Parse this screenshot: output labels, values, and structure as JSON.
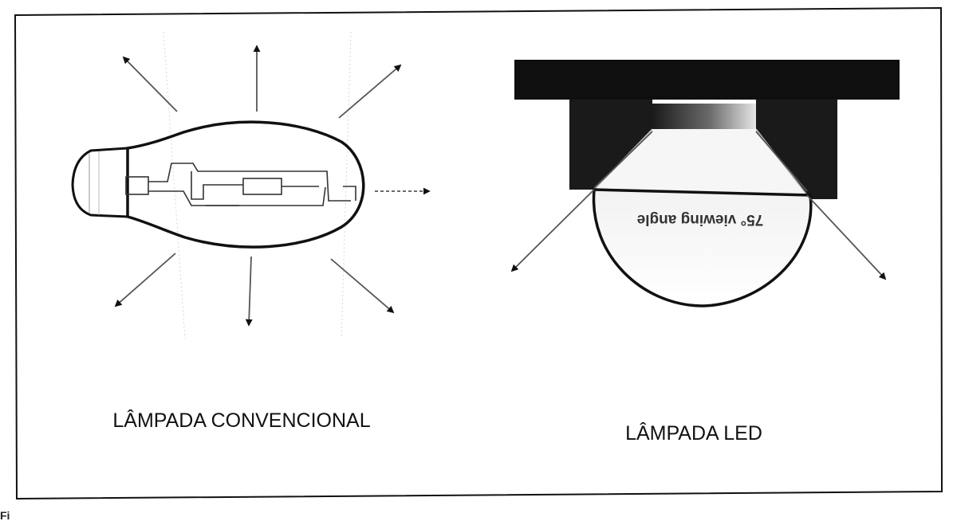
{
  "conventional_label": "LÂMPADA CONVENCIONAL",
  "led_label": "LÂMPADA LED",
  "beam_angle_text": "75° viewing angle",
  "footer_fragment": "Fi"
}
